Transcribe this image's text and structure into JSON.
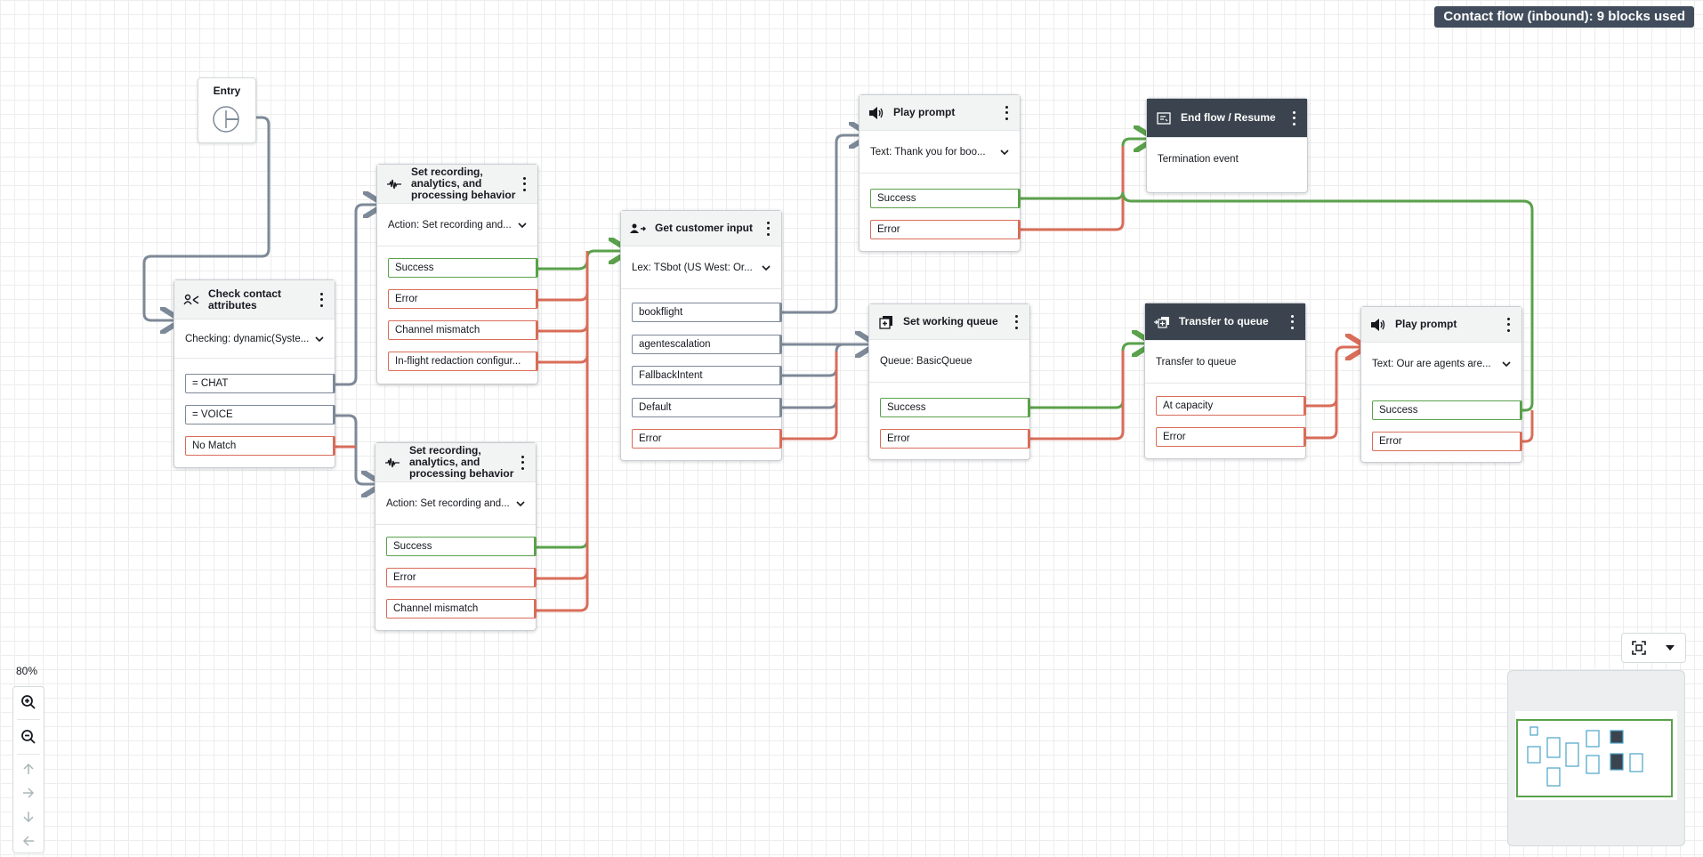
{
  "header": {
    "flow_badge": "Contact flow (inbound): 9 blocks used"
  },
  "entry": {
    "label": "Entry"
  },
  "blocks": {
    "check_attrs": {
      "title": "Check contact attributes",
      "subtitle": "Checking: dynamic(Syste...",
      "branches": [
        "= CHAT",
        "= VOICE",
        "No Match"
      ]
    },
    "set_recording_chat": {
      "title": "Set recording, analytics, and processing behavior",
      "subtitle": "Action: Set recording and...",
      "branches": [
        "Success",
        "Error",
        "Channel mismatch",
        "In-flight redaction configur..."
      ]
    },
    "set_recording_voice": {
      "title": "Set recording, analytics, and processing behavior",
      "subtitle": "Action: Set recording and...",
      "branches": [
        "Success",
        "Error",
        "Channel mismatch"
      ]
    },
    "get_input": {
      "title": "Get customer input",
      "subtitle": "Lex: TSbot (US West: Or...",
      "branches": [
        "bookflight",
        "agentescalation",
        "FallbackIntent",
        "Default",
        "Error"
      ]
    },
    "play_prompt_1": {
      "title": "Play prompt",
      "subtitle": "Text: Thank you for boo...",
      "branches": [
        "Success",
        "Error"
      ]
    },
    "end_flow": {
      "title": "End flow / Resume",
      "subtitle": "Termination event"
    },
    "set_queue": {
      "title": "Set working queue",
      "subtitle": "Queue: BasicQueue",
      "branches": [
        "Success",
        "Error"
      ]
    },
    "transfer_queue": {
      "title": "Transfer to queue",
      "subtitle": "Transfer to queue",
      "branches": [
        "At capacity",
        "Error"
      ]
    },
    "play_prompt_2": {
      "title": "Play prompt",
      "subtitle": "Text: Our are agents are...",
      "branches": [
        "Success",
        "Error"
      ]
    }
  },
  "controls": {
    "zoom_level": "80%",
    "icons": [
      "zoom-in-icon",
      "zoom-out-icon",
      "arrow-up-icon",
      "arrow-right-icon",
      "arrow-down-icon",
      "arrow-left-icon",
      "fit-to-screen-icon",
      "caret-down-icon"
    ]
  },
  "colors": {
    "success": "#5aa14b",
    "error": "#d86d59",
    "neutral": "#7d8998",
    "dark_header": "#3b444e",
    "badge_bg": "#414d5c"
  }
}
